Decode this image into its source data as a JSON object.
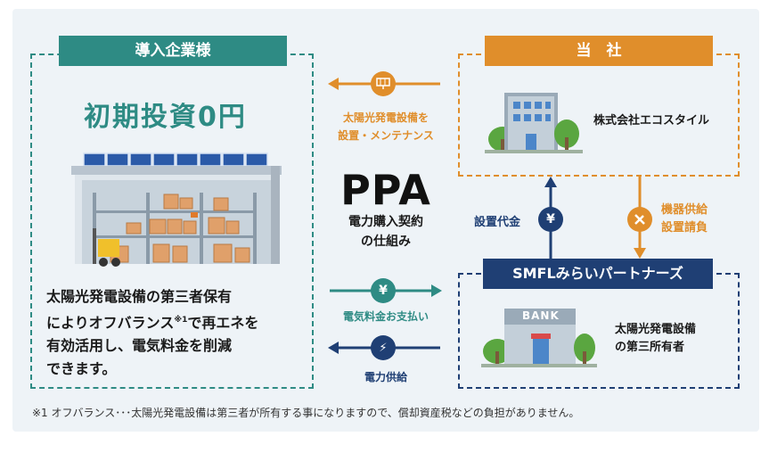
{
  "left": {
    "header": "導入企業様",
    "title": "初期投資0円",
    "desc": [
      "太陽光発電設備の第三者保有",
      "によりオフバランス",
      "※1",
      "で再エネを",
      "有効活用し、電気料金を削減",
      "できます。"
    ]
  },
  "top_right": {
    "header": "当　社",
    "company": "株式会社エコスタイル"
  },
  "bottom_right": {
    "header": "SMFLみらいパートナーズ",
    "bank_label": "BANK",
    "desc": [
      "太陽光発電設備",
      "の第三所有者"
    ]
  },
  "center": {
    "ppa": "PPA",
    "sub": [
      "電力購入契約",
      "の仕組み"
    ],
    "install_label": [
      "太陽光発電設備を",
      "設置・メンテナンス"
    ],
    "payment_label": "電気料金お支払い",
    "supply_label": "電力供給",
    "install_fee_label": "設置代金",
    "equipment_label": [
      "機器供給",
      "設置請負"
    ]
  },
  "footnote": "※1 オフバランス･･･太陽光発電設備は第三者が所有する事になりますので、償却資産税などの負担がありません。",
  "colors": {
    "teal": "#2e8b84",
    "orange": "#e08e2b",
    "navy": "#1f3f74",
    "panel": "#eef3f7"
  },
  "icons": {
    "yen": "¥",
    "bolt": "⚡",
    "tools": "🔧"
  }
}
